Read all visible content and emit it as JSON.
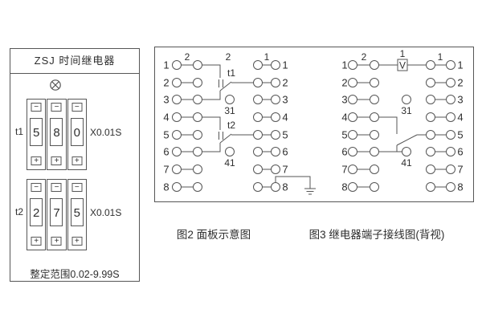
{
  "device_panel": {
    "title": "ZSJ 时间继电器",
    "lamp_icon": "⊗",
    "minus": "−",
    "plus": "+",
    "groups": [
      {
        "label": "t1",
        "digits": [
          "5",
          "8",
          "0"
        ],
        "multiplier": "X0.01S"
      },
      {
        "label": "t2",
        "digits": [
          "2",
          "7",
          "5"
        ],
        "multiplier": "X0.01S"
      }
    ],
    "range_text": "整定范围0.02-9.99S"
  },
  "fig2": {
    "caption": "图2 面板示意图",
    "left_numbers": [
      "1",
      "2",
      "3",
      "4",
      "5",
      "6",
      "7",
      "8"
    ],
    "right_numbers": [
      "1",
      "2",
      "3",
      "4",
      "5",
      "6",
      "7",
      "8"
    ],
    "left_top_label": "2",
    "mid_top_label": "2",
    "right_top_label": "1",
    "t1_label": "t1",
    "t2_label": "t2",
    "terminal_31": "31",
    "terminal_41": "41"
  },
  "fig3": {
    "caption": "图3 继电器端子接线图(背视)",
    "left_numbers": [
      "1",
      "2",
      "3",
      "4",
      "5",
      "6",
      "7",
      "8"
    ],
    "right_numbers": [
      "1",
      "2",
      "3",
      "4",
      "5",
      "6",
      "7",
      "8"
    ],
    "left_top_label": "2",
    "v_top_label": "1",
    "v_box_label": "V",
    "right_top_label": "1",
    "terminal_31": "31",
    "terminal_41": "41"
  },
  "colors": {
    "line": "#555555",
    "text": "#2e2e2e",
    "background": "#ffffff"
  }
}
